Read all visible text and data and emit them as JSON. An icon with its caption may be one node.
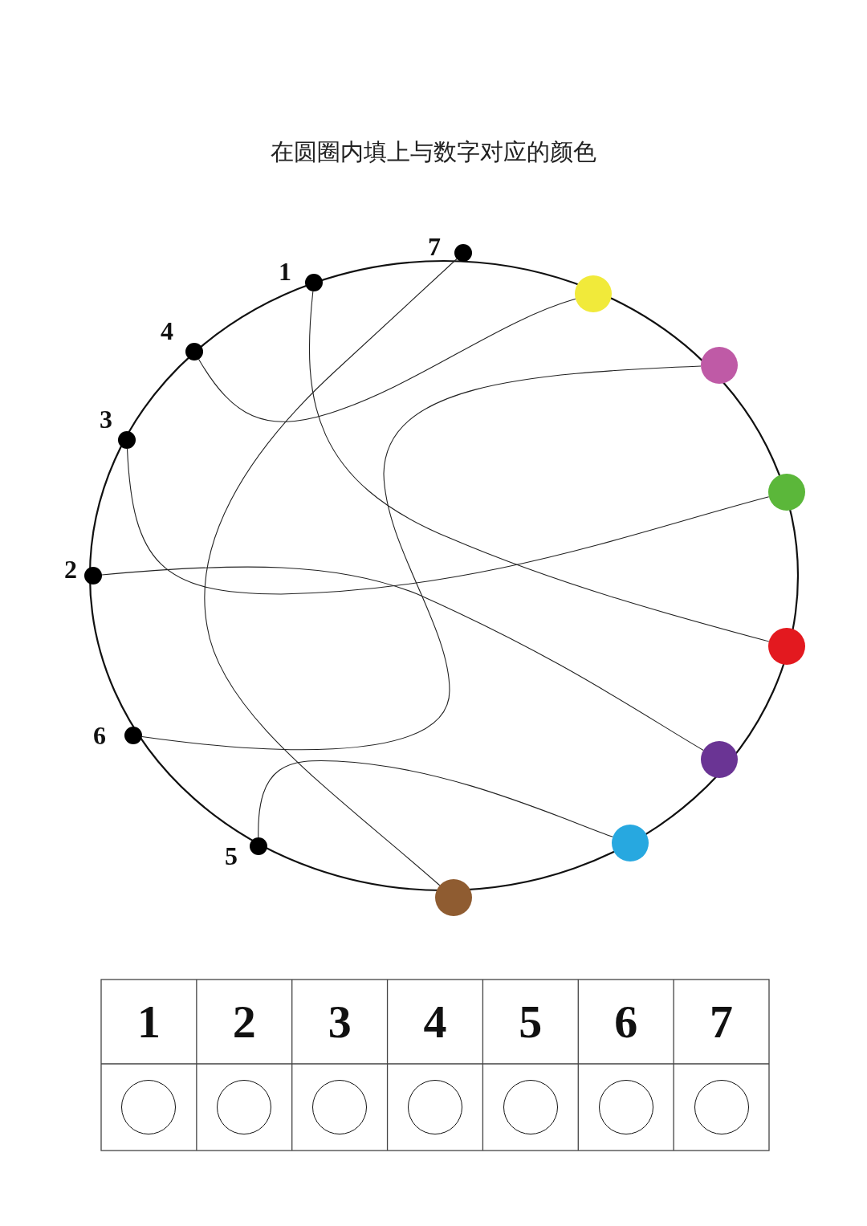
{
  "diagram": {
    "title": "在圆圈内填上与数字对应的颜色",
    "nodes": [
      {
        "text": [],
        "shape": "circle",
        "beside": [
          "7"
        ]
      },
      {
        "text": [],
        "shape": "circle",
        "beside": [
          "1"
        ]
      },
      {
        "text": [],
        "shape": "circle",
        "beside": [
          "4"
        ]
      },
      {
        "text": [],
        "shape": "circle",
        "beside": [
          "3"
        ]
      },
      {
        "text": [],
        "shape": "circle",
        "beside": [
          "2"
        ]
      },
      {
        "text": [],
        "shape": "circle",
        "beside": [
          "6"
        ]
      },
      {
        "text": [],
        "shape": "circle",
        "beside": [
          "5"
        ]
      },
      {
        "text": [],
        "shape": "circle"
      },
      {
        "text": [],
        "shape": "circle"
      },
      {
        "text": [],
        "shape": "circle"
      },
      {
        "text": [],
        "shape": "circle"
      },
      {
        "text": [],
        "shape": "circle"
      },
      {
        "text": [],
        "shape": "circle"
      },
      {
        "text": [],
        "shape": "circle"
      }
    ],
    "edges": [
      {
        "from": 0,
        "to": 13,
        "arrow": "none"
      },
      {
        "from": 1,
        "to": 10,
        "arrow": "none"
      },
      {
        "from": 2,
        "to": 7,
        "arrow": "none"
      },
      {
        "from": 3,
        "to": 9,
        "arrow": "none"
      },
      {
        "from": 4,
        "to": 11,
        "arrow": "none"
      },
      {
        "from": 5,
        "to": 8,
        "arrow": "none"
      },
      {
        "from": 6,
        "to": 12,
        "arrow": "none"
      }
    ],
    "labels": [
      "1",
      "2",
      "3",
      "4",
      "5",
      "6",
      "7"
    ]
  }
}
